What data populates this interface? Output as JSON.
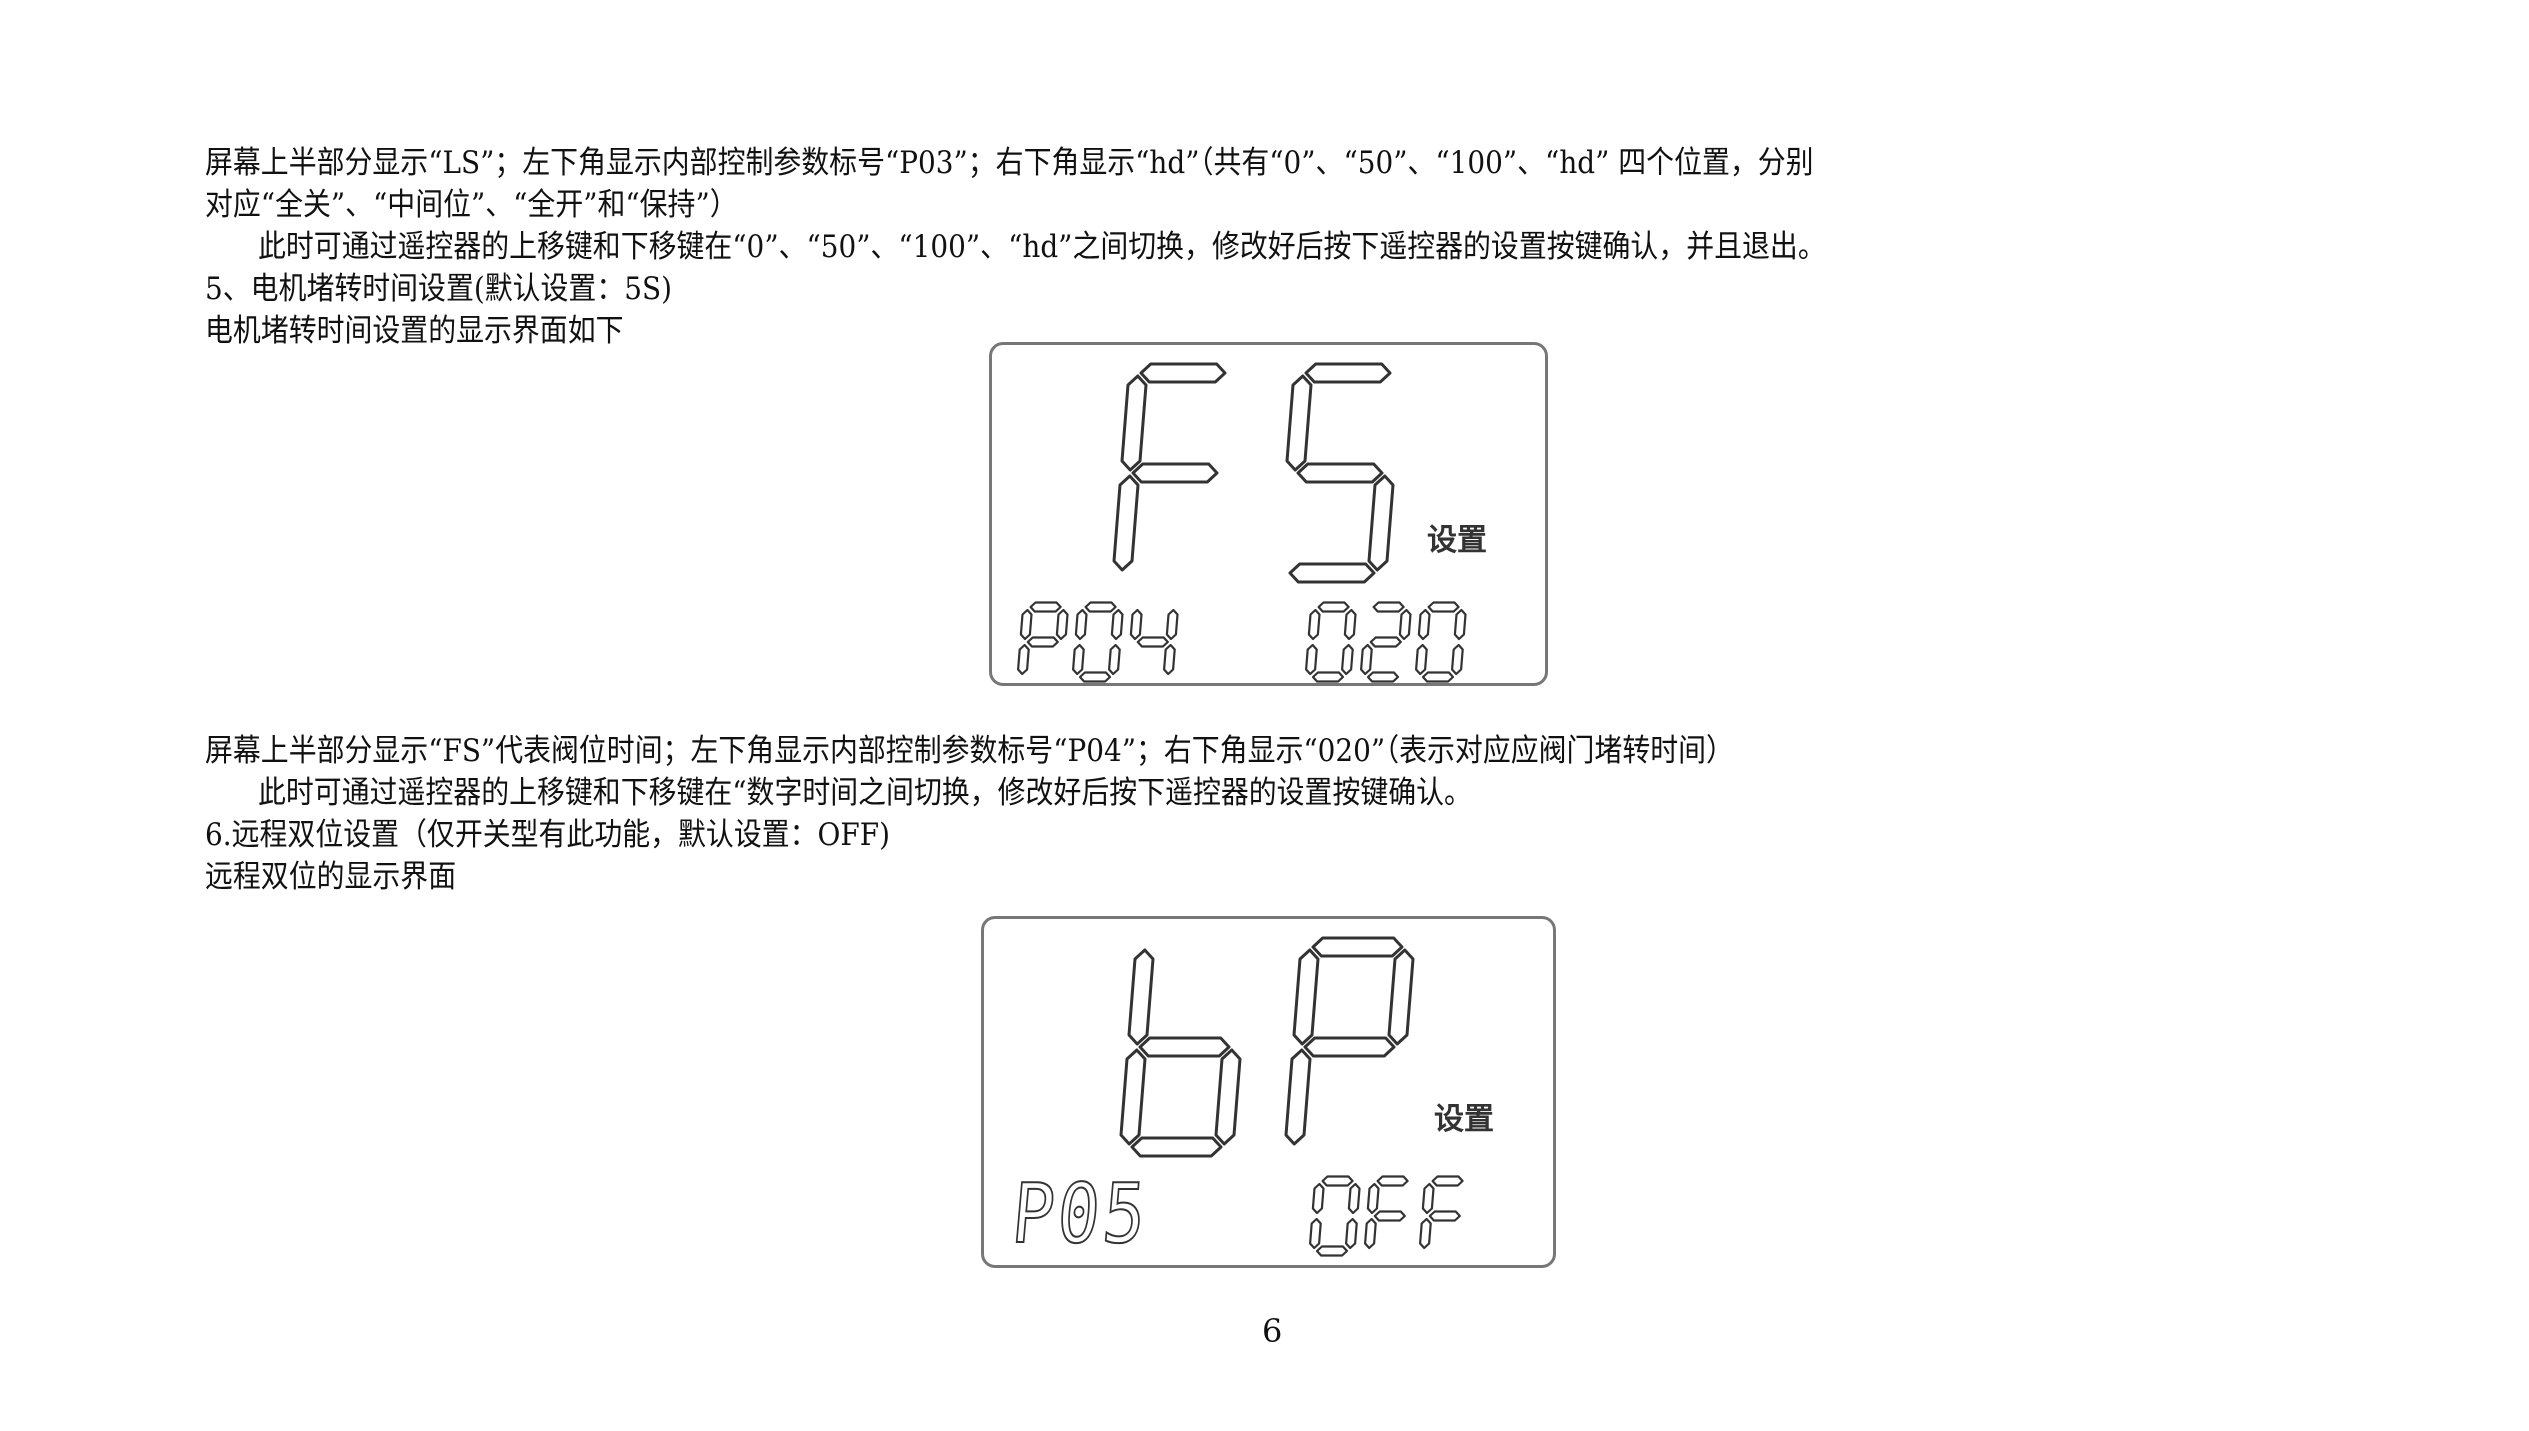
{
  "paragraphs": {
    "p1": "屏幕上半部分显示“LS”；左下角显示内部控制参数标号“P03”；右下角显示“hd”（共有“0”、“50”、“100”、“hd” 四个位置，分别",
    "p2": "对应“全关”、“中间位”、“全开”和“保持”）",
    "p3": "此时可通过遥控器的上移键和下移键在“0”、“50”、“100”、“hd”之间切换，修改好后按下遥控器的设置按键确认，并且退出。",
    "p4": "5、电机堵转时间设置(默认设置：5S)",
    "p5": "电机堵转时间设置的显示界面如下",
    "p6": "屏幕上半部分显示“FS”代表阀位时间；左下角显示内部控制参数标号“P04”；右下角显示“020”（表示对应应阀门堵转时间）",
    "p7": "此时可通过遥控器的上移键和下移键在“数字时间之间切换，修改好后按下遥控器的设置按键确认。",
    "p8": "6.远程双位设置（仅开关型有此功能，默认设置：OFF)",
    "p9": "远程双位的显示界面"
  },
  "lcd1": {
    "main": "FS",
    "param": "P04",
    "value": "020",
    "label": "设置"
  },
  "lcd2": {
    "main": "bP",
    "param": "P05",
    "value": "OFF",
    "label": "设置"
  },
  "page_number": "6"
}
